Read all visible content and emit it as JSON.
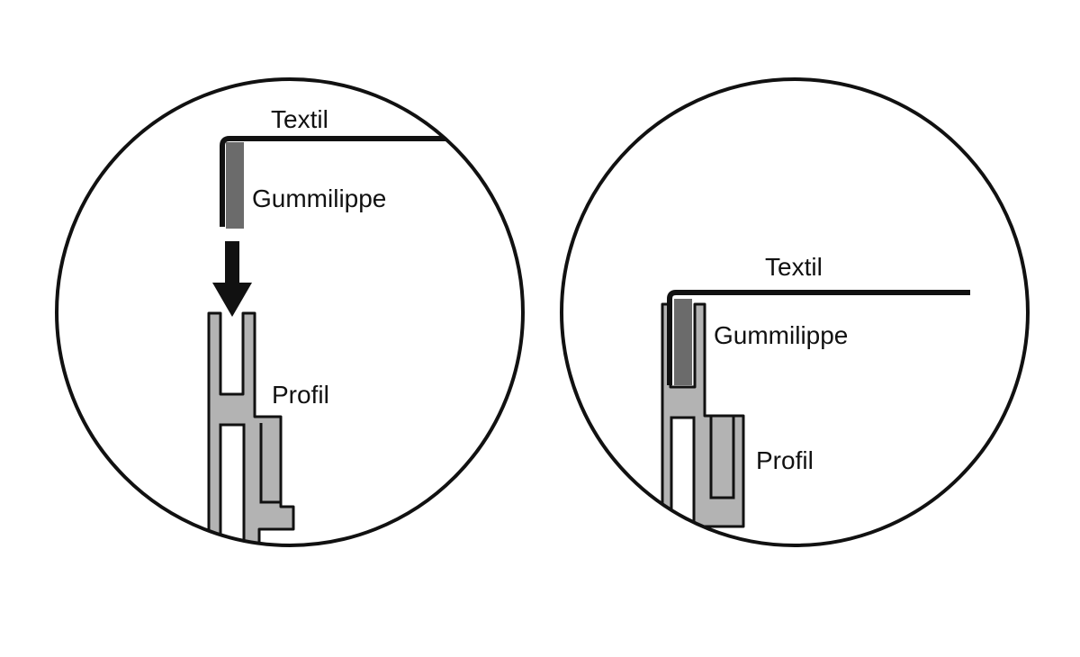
{
  "colors": {
    "outline": "#111111",
    "profile_fill": "#b3b3b3",
    "lip_fill": "#6b6b6b",
    "textile": "#111111",
    "arrow": "#111111",
    "background": "#ffffff"
  },
  "panels": [
    {
      "id": "before",
      "labels": {
        "textile": "Textil",
        "lip": "Gummilippe",
        "profile": "Profil"
      },
      "shows_insert_arrow": true
    },
    {
      "id": "after",
      "labels": {
        "textile": "Textil",
        "lip": "Gummilippe",
        "profile": "Profil"
      },
      "shows_insert_arrow": false
    }
  ]
}
